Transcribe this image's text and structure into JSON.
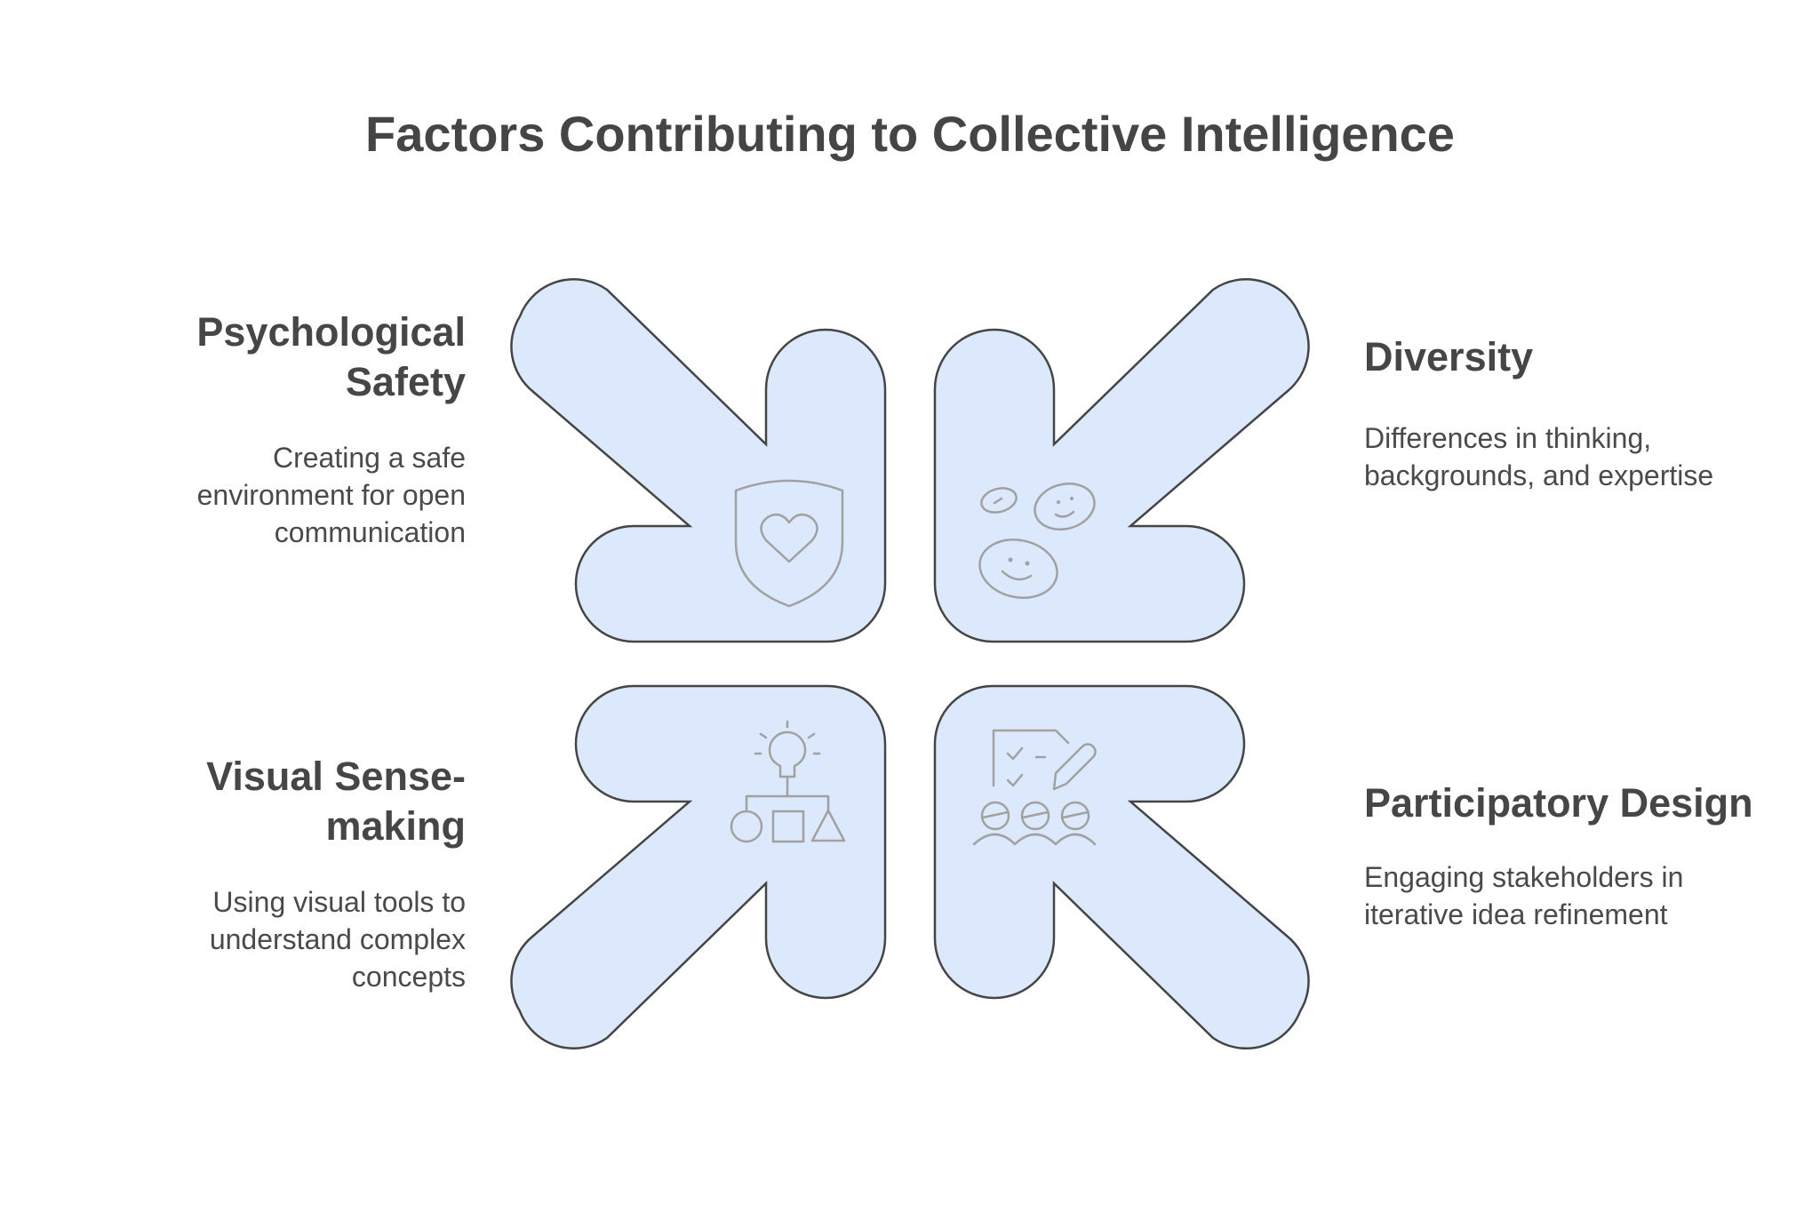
{
  "title": "Factors Contributing to Collective Intelligence",
  "factors": [
    {
      "name": "Psychological Safety",
      "description": "Creating a safe environment for open communication",
      "icon": "shield-heart-icon"
    },
    {
      "name": "Diversity",
      "description": "Differences in thinking, backgrounds, and expertise",
      "icon": "diverse-faces-icon"
    },
    {
      "name": "Visual Sense-making",
      "description": "Using visual tools to understand complex concepts",
      "icon": "idea-shapes-icon"
    },
    {
      "name": "Participatory Design",
      "description": "Engaging stakeholders in iterative idea refinement",
      "icon": "collaborative-design-icon"
    }
  ],
  "colors": {
    "arrow_fill": "#dce8fc",
    "arrow_stroke": "#454545",
    "icon_stroke": "#a1a1a1",
    "text": "#474747"
  }
}
